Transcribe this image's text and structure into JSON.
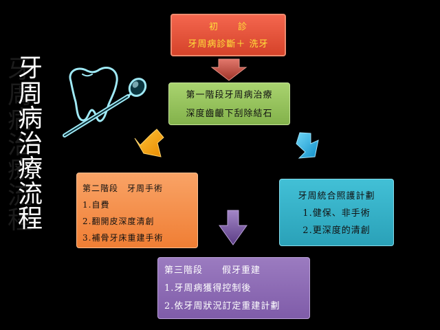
{
  "title": {
    "chars": [
      "牙",
      "周",
      "病",
      "治",
      "療",
      "流",
      "程"
    ]
  },
  "shadow_title": {
    "chars": [
      "牙",
      "周",
      "病",
      "治",
      "療",
      "流",
      "程"
    ]
  },
  "boxes": {
    "initial": {
      "lines": [
        "初　　診",
        "牙周病診斷＋ 洗牙"
      ]
    },
    "stage1": {
      "lines": [
        "第一階段牙周病治療",
        "深度齒齦下刮除結石"
      ]
    },
    "stage2": {
      "lines": [
        "第二階段　牙周手術",
        "1.自費",
        "2.翻開皮深度清創",
        "3.補骨牙床重建手術"
      ]
    },
    "care": {
      "lines": [
        "牙周統合照護計劃",
        "1.健保、非手術",
        "2.更深度的清創"
      ]
    },
    "stage3": {
      "lines": [
        "第三階段　　假牙重建",
        "1.牙周病獲得控制後",
        "2.依牙周狀況訂定重建計劃"
      ]
    }
  },
  "colors": {
    "initial": "#e5533a",
    "stage1": "#9ac65f",
    "stage2": "#f4914a",
    "care": "#36b1c8",
    "stage3": "#8b6bb3",
    "arrow_down": "#c24a3e",
    "arrow_left": "#f5a800",
    "arrow_right": "#1fb4e6",
    "arrow_bottom": "#7a5aa3"
  },
  "icons": [
    "tooth-icon",
    "dental-mirror-icon"
  ]
}
